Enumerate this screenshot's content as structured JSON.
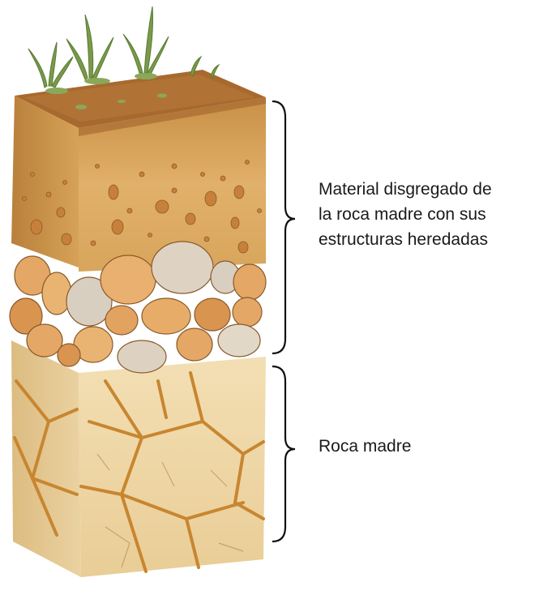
{
  "annotations": {
    "weathered_layer": {
      "lines": [
        "Material disgregado de",
        "la roca madre con sus",
        "estructuras heredadas"
      ]
    },
    "bedrock": {
      "text": "Roca madre"
    }
  },
  "colors": {
    "topsoil": "#a8692f",
    "soil": "#d8a55c",
    "soil_dark": "#c98f45",
    "boulder": "#e4a765",
    "boulder_grey": "#d8cfc0",
    "bedrock": "#efd8a8",
    "bedrock_side": "#e2c48a",
    "cracks": "#c8862f",
    "grass": "#7a9a4a",
    "bracket": "#111111"
  }
}
